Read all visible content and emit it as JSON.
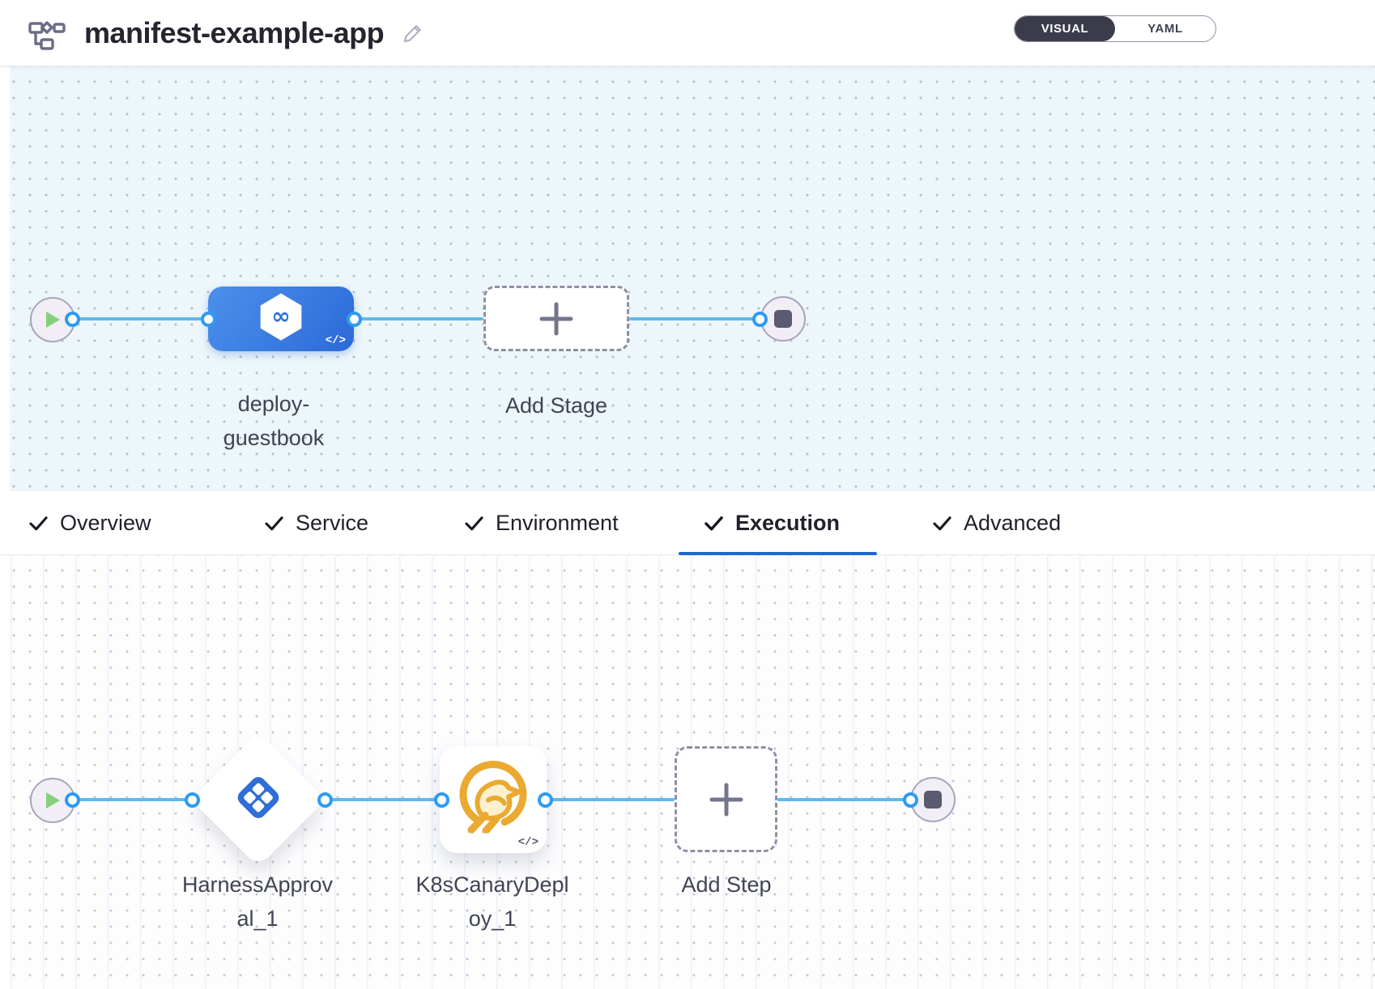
{
  "header": {
    "title": "manifest-example-app",
    "toggle": {
      "options": [
        "VISUAL",
        "YAML"
      ],
      "active": "VISUAL"
    }
  },
  "stage_pipeline": {
    "stage_name": "deploy-guestbook",
    "stage_name_lines": [
      "deploy-",
      "guestbook"
    ],
    "stage_code_badge": "</>",
    "add_stage_label": "Add Stage"
  },
  "tabs": {
    "active": "Execution",
    "items": [
      {
        "label": "Overview"
      },
      {
        "label": "Service"
      },
      {
        "label": "Environment"
      },
      {
        "label": "Execution"
      },
      {
        "label": "Advanced"
      }
    ]
  },
  "execution_pipeline": {
    "steps": [
      {
        "name": "HarnessApproval_1",
        "name_lines": [
          "HarnessApprov",
          "al_1"
        ],
        "icon": "harness-approval-icon"
      },
      {
        "name": "K8sCanaryDeploy_1",
        "name_lines": [
          "K8sCanaryDepl",
          "oy_1"
        ],
        "icon": "canary-bird-icon",
        "code_badge": "</>"
      }
    ],
    "add_step_label": "Add Step"
  },
  "icons": {
    "pipeline_icon": "flowchart glyph in header",
    "edit_pencil_icon": "rename pipeline",
    "play_icon": "pipeline start marker",
    "stop_icon": "pipeline end marker",
    "stage_cd_icon": "white hexagon with blue loop",
    "harness_approval_icon": "blue rounded diamond with 4 white windows",
    "canary_bird_icon": "amber canary in open circle",
    "plus_icon": "add node",
    "check_icon": "tab completed checkmark",
    "code_badge": "</>"
  },
  "colors": {
    "accent_blue": "#1e68d0",
    "connector_blue": "#5fb9f0",
    "port_blue": "#2f9bf2",
    "stage_gradient_start": "#4b90eb",
    "stage_gradient_end": "#2c6ad8",
    "approval_blue": "#2e6ed7",
    "canary_amber": "#eaa930",
    "play_green": "#86d07c",
    "canvas1_bg": "#edf6fa",
    "canvas2_bg": "#fdfdfe",
    "toggle_dark": "#3b3c49"
  }
}
